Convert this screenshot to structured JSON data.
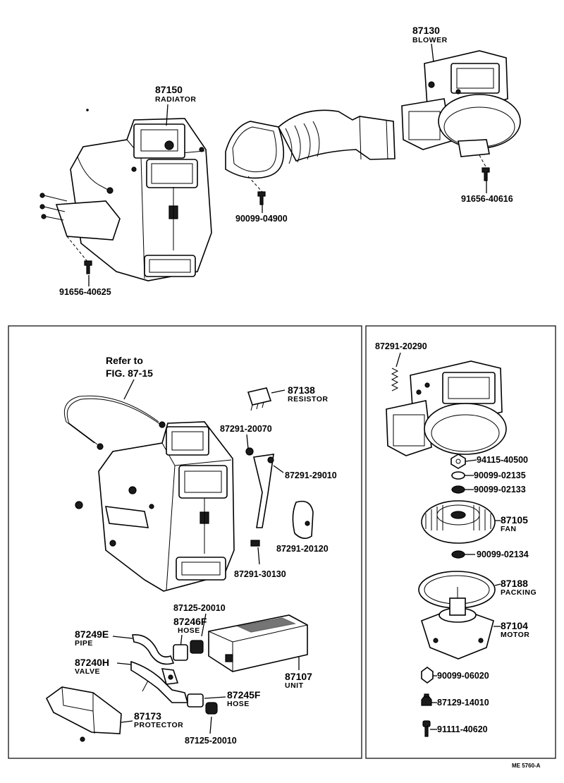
{
  "top": {
    "blower": {
      "number": "87130",
      "name": "BLOWER"
    },
    "radiator": {
      "number": "87150",
      "name": "RADIATOR"
    },
    "duct_bolt": "90099-04900",
    "blower_bolt": "91656-40616",
    "radiator_bolt": "91656-40625"
  },
  "left_panel": {
    "refer_to": "Refer to",
    "refer_fig": "FIG. 87-15",
    "resistor": {
      "number": "87138",
      "name": "RESISTOR"
    },
    "clip_a": "87291-20070",
    "lever": "87291-29010",
    "plate": "87291-20120",
    "clip_b": "87291-30130",
    "clamp_top": "87125-20010",
    "hose_top": {
      "number": "87246F",
      "name": "HOSE"
    },
    "pipe": {
      "number": "87249E",
      "name": "PIPE"
    },
    "valve": {
      "number": "87240H",
      "name": "VALVE"
    },
    "unit": {
      "number": "87107",
      "name": "UNIT"
    },
    "hose_bottom": {
      "number": "87245F",
      "name": "HOSE"
    },
    "protector": {
      "number": "87173",
      "name": "PROTECTOR"
    },
    "clamp_bottom": "87125-20010"
  },
  "right_panel": {
    "spring": "87291-20290",
    "nut": "94115-40500",
    "washer_a": "90099-02135",
    "washer_b": "90099-02133",
    "fan": {
      "number": "87105",
      "name": "FAN"
    },
    "washer_c": "90099-02134",
    "packing": {
      "number": "87188",
      "name": "PACKING"
    },
    "motor": {
      "number": "87104",
      "name": "MOTOR"
    },
    "grommet": "90099-06020",
    "nut_b": "87129-14010",
    "screw": "91111-40620"
  },
  "footer_code": "ME 5760-A"
}
